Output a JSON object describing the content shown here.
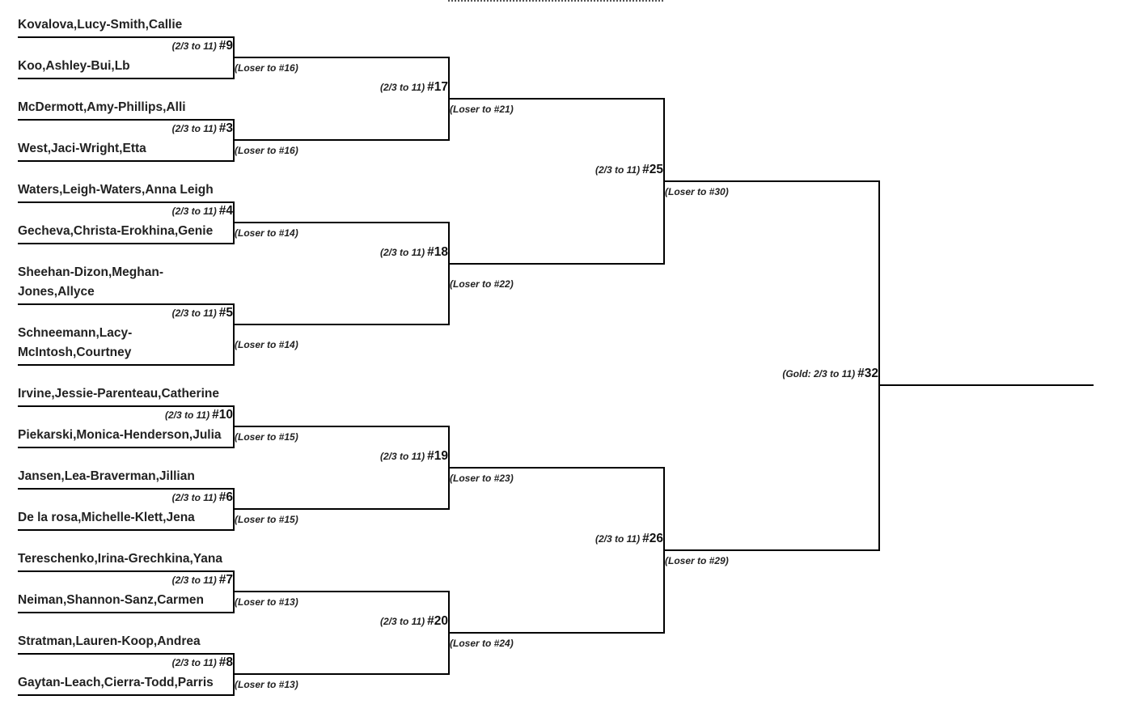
{
  "accent_color": "#000000",
  "teams": [
    "Kovalova,Lucy-Smith,Callie",
    "Koo,Ashley-Bui,Lb",
    "McDermott,Amy-Phillips,Alli",
    "West,Jaci-Wright,Etta",
    "Waters,Leigh-Waters,Anna Leigh",
    "Gecheva,Christa-Erokhina,Genie",
    "Sheehan-Dizon,Meghan-Jones,Allyce",
    "Schneemann,Lacy-McIntosh,Courtney",
    "Irvine,Jessie-Parenteau,Catherine",
    "Piekarski,Monica-Henderson,Julia",
    "Jansen,Lea-Braverman,Jillian",
    "De la rosa,Michelle-Klett,Jena",
    "Tereschenko,Irina-Grechkina,Yana",
    "Neiman,Shannon-Sanz,Carmen",
    "Stratman,Lauren-Koop,Andrea",
    "Gaytan-Leach,Cierra-Todd,Parris"
  ],
  "matches": [
    {
      "format": "(2/3 to 11)",
      "number": "#9",
      "loser": "(Loser to #16)"
    },
    {
      "format": "(2/3 to 11)",
      "number": "#3",
      "loser": "(Loser to #16)"
    },
    {
      "format": "(2/3 to 11)",
      "number": "#4",
      "loser": "(Loser to #14)"
    },
    {
      "format": "(2/3 to 11)",
      "number": "#5",
      "loser": "(Loser to #14)"
    },
    {
      "format": "(2/3 to 11)",
      "number": "#10",
      "loser": "(Loser to #15)"
    },
    {
      "format": "(2/3 to 11)",
      "number": "#6",
      "loser": "(Loser to #15)"
    },
    {
      "format": "(2/3 to 11)",
      "number": "#7",
      "loser": "(Loser to #13)"
    },
    {
      "format": "(2/3 to 11)",
      "number": "#8",
      "loser": "(Loser to #13)"
    },
    {
      "format": "(2/3 to 11)",
      "number": "#17",
      "loser": "(Loser to #21)"
    },
    {
      "format": "(2/3 to 11)",
      "number": "#18",
      "loser": "(Loser to #22)"
    },
    {
      "format": "(2/3 to 11)",
      "number": "#19",
      "loser": "(Loser to #23)"
    },
    {
      "format": "(2/3 to 11)",
      "number": "#20",
      "loser": "(Loser to #24)"
    },
    {
      "format": "(2/3 to 11)",
      "number": "#25",
      "loser": "(Loser to #30)"
    },
    {
      "format": "(2/3 to 11)",
      "number": "#26",
      "loser": "(Loser to #29)"
    },
    {
      "format": "(Gold: 2/3 to 11)",
      "number": "#32",
      "loser": ""
    }
  ]
}
